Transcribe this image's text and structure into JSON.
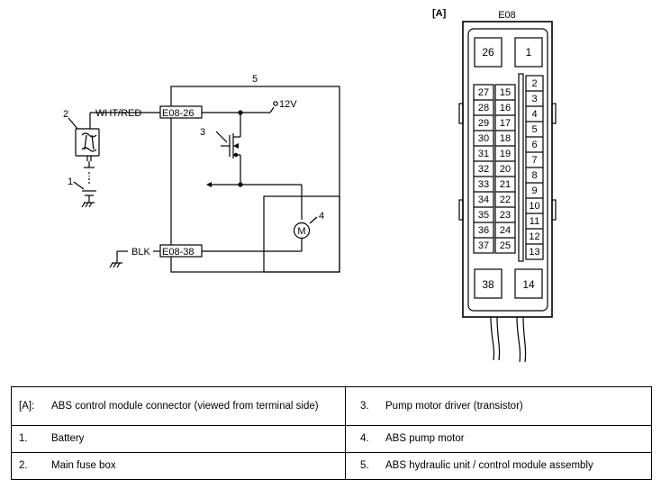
{
  "circuit": {
    "assembly_number": "5",
    "power_label": "12V",
    "wire_top": "WHT/RED",
    "wire_bottom": "BLK",
    "terminal_top": "E08-26",
    "terminal_bottom": "E08-38",
    "callout_fuse": "2",
    "callout_battery": "1",
    "callout_transistor": "3",
    "callout_motor": "4",
    "motor_symbol": "M"
  },
  "connector": {
    "view_tag": "[A]",
    "name": "E08",
    "large_pins": {
      "top_left": "26",
      "top_right": "1",
      "bottom_left": "38",
      "bottom_right": "14"
    },
    "col_left": [
      "27",
      "28",
      "29",
      "30",
      "31",
      "32",
      "33",
      "34",
      "35",
      "36",
      "37"
    ],
    "col_mid": [
      "15",
      "16",
      "17",
      "18",
      "19",
      "20",
      "21",
      "22",
      "23",
      "24",
      "25"
    ],
    "col_right": [
      "2",
      "3",
      "4",
      "5",
      "6",
      "7",
      "8",
      "9",
      "10",
      "11",
      "12",
      "13"
    ]
  },
  "legend": [
    {
      "left_key": "[A]:",
      "left_text": "ABS control module connector (viewed from terminal side)",
      "right_key": "3.",
      "right_text": "Pump motor driver (transistor)"
    },
    {
      "left_key": "1.",
      "left_text": "Battery",
      "right_key": "4.",
      "right_text": "ABS pump motor"
    },
    {
      "left_key": "2.",
      "left_text": "Main fuse box",
      "right_key": "5.",
      "right_text": "ABS hydraulic unit / control module assembly"
    }
  ]
}
